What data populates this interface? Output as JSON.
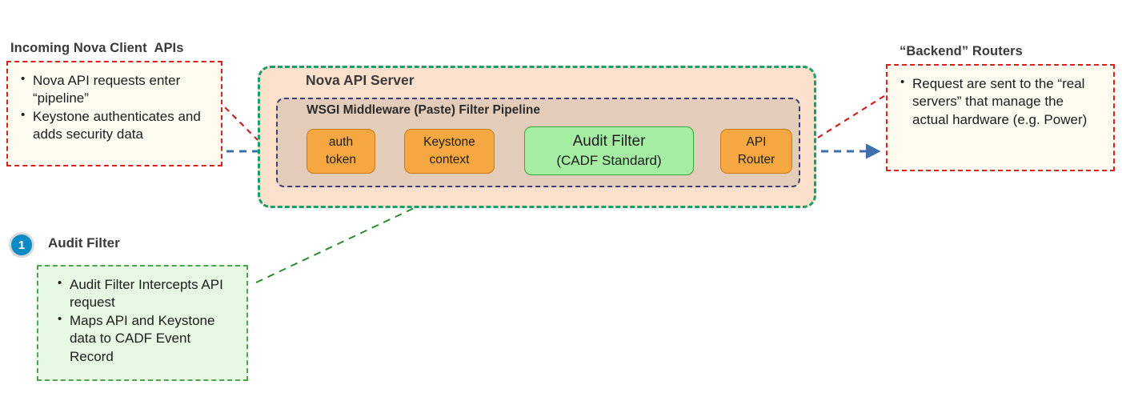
{
  "diagram": {
    "title_incoming": "Incoming Nova Client  APIs",
    "title_backend": "“Backend” Routers",
    "server_title": "Nova API Server",
    "wsgi_title": "WSGI Middleware (Paste) Filter Pipeline"
  },
  "incoming_callout": {
    "bullets": [
      "Nova API requests enter “pipeline”",
      "Keystone authenticates and adds security data"
    ]
  },
  "backend_callout": {
    "bullets": [
      "Request are sent to the “real servers” that manage the actual hardware (e.g. Power)"
    ]
  },
  "audit_note": {
    "badge_number": "1",
    "label": "Audit Filter",
    "bullets": [
      "Audit Filter Intercepts API request",
      "Maps API and Keystone data to CADF Event Record"
    ]
  },
  "pipeline": {
    "stages": [
      {
        "name": "auth-token",
        "line1": "auth",
        "line2": "token",
        "kind": "orange"
      },
      {
        "name": "keystone-context",
        "line1": "Keystone",
        "line2": "context",
        "kind": "orange"
      },
      {
        "name": "audit-filter",
        "line1": "Audit Filter",
        "line2": "(CADF Standard)",
        "kind": "green"
      },
      {
        "name": "api-router",
        "line1": "API",
        "line2": "Router",
        "kind": "orange"
      }
    ]
  },
  "colors": {
    "server_fill": "#fbe0cb",
    "server_border": "#17a06e",
    "wsgi_border": "#3f3d7a",
    "stage_orange_fill": "#f5a841",
    "stage_orange_border": "#c77a18",
    "stage_green_fill": "#a4eda2",
    "stage_green_border": "#35a93a",
    "callout_red_border": "#d92121",
    "callout_red_fill": "#fdfbf0",
    "callout_green_border": "#4ca64c",
    "callout_green_fill": "#e6f7e2",
    "arrow_blue": "#3f6fa8",
    "badge_blue": "#0a8bc4",
    "heading_gray": "#3a3a3a"
  }
}
